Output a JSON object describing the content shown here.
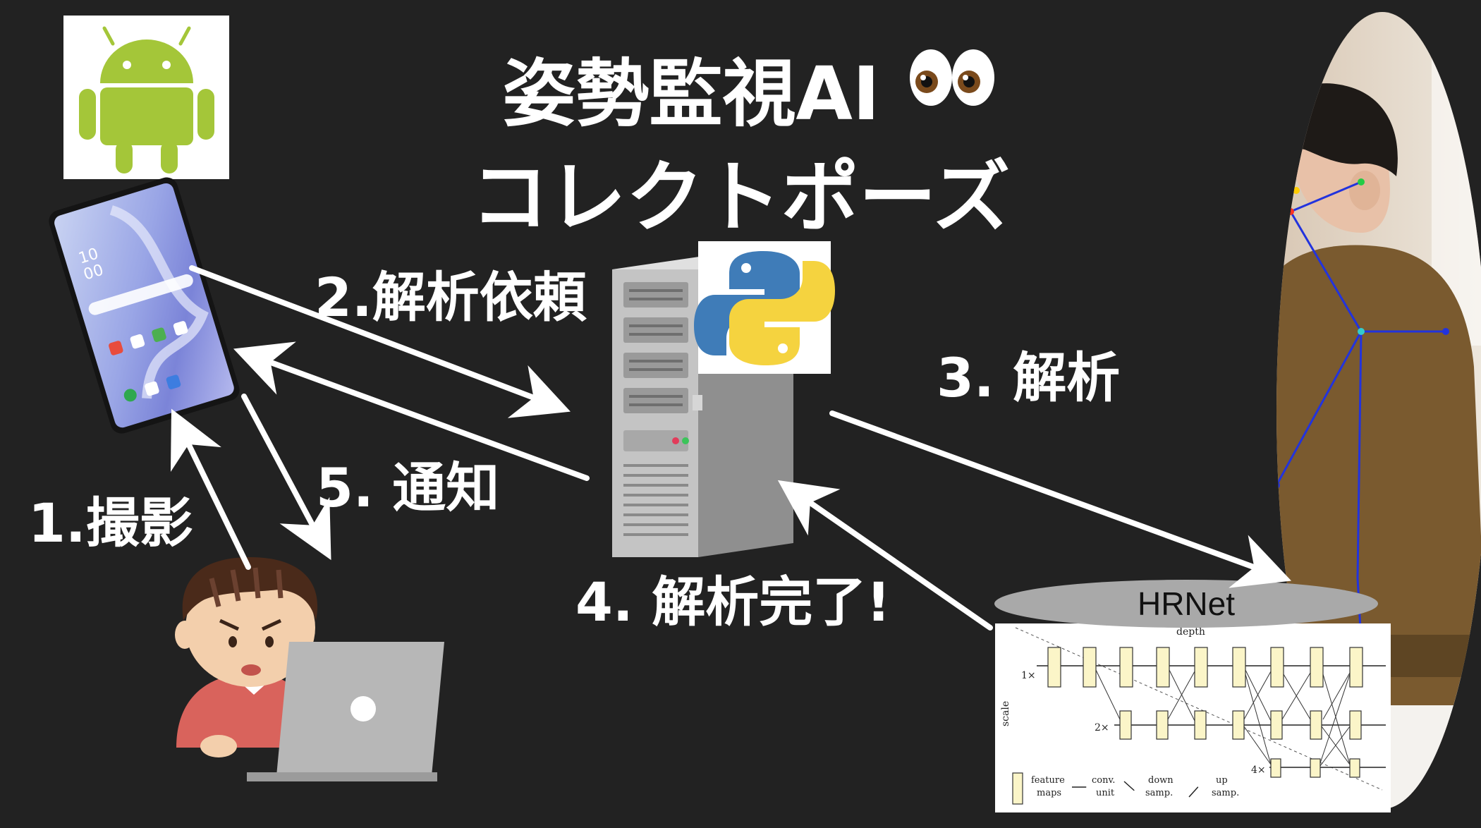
{
  "title": {
    "line1": "姿勢監視AI",
    "eyes_emoji": "👀",
    "line2": "コレクトポーズ"
  },
  "steps": {
    "s1": "1.撮影",
    "s2": "2.解析依頼",
    "s3": "3. 解析",
    "s4": "4. 解析完了!",
    "s5": "5. 通知"
  },
  "model": {
    "name": "HRNet",
    "diagram": {
      "top_label": "depth",
      "side_label": "scale",
      "rows": [
        "1×",
        "2×",
        "4×"
      ],
      "legend": [
        {
          "line1": "feature",
          "line2": "maps"
        },
        {
          "line1": "conv.",
          "line2": "unit"
        },
        {
          "line1": "down",
          "line2": "samp."
        },
        {
          "line1": "up",
          "line2": "samp."
        }
      ]
    }
  },
  "phone": {
    "clock_line1": "10",
    "clock_line2": "00"
  },
  "icons": {
    "android": "android-robot-icon",
    "python": "python-logo-icon",
    "eyes": "eyes-emoji-icon"
  },
  "colors": {
    "background": "#222222",
    "text": "#ffffff",
    "android_green": "#a4c639",
    "python_blue": "#3f7cb8",
    "python_yellow": "#f5d33f",
    "skeleton_blue": "#2233dd",
    "hrnet_ellipse": "#a9a9a9",
    "shirt_brown": "#7a5a2f"
  }
}
